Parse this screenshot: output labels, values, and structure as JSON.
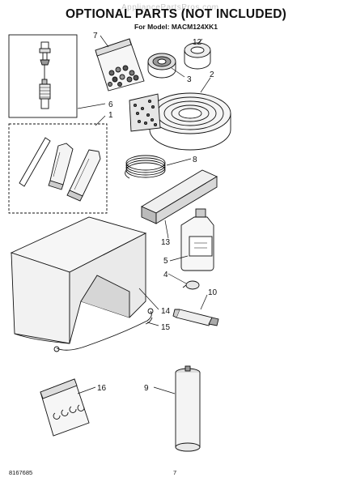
{
  "header": {
    "title": "OPTIONAL PARTS (NOT INCLUDED)",
    "subtitle": "For Model: MACM124XK1",
    "watermark": "AppliancePartsPros.com"
  },
  "callouts": {
    "p1": "1",
    "p2": "2",
    "p3": "3",
    "p5": "5",
    "p6": "6",
    "p7": "7",
    "p8": "8",
    "p9": "9",
    "p10": "10",
    "p12": "12",
    "p13": "13",
    "p4": "4",
    "p14": "14",
    "p15": "15",
    "p16": "16"
  },
  "footer": {
    "doc_number": "8167685",
    "page_number": "7"
  }
}
